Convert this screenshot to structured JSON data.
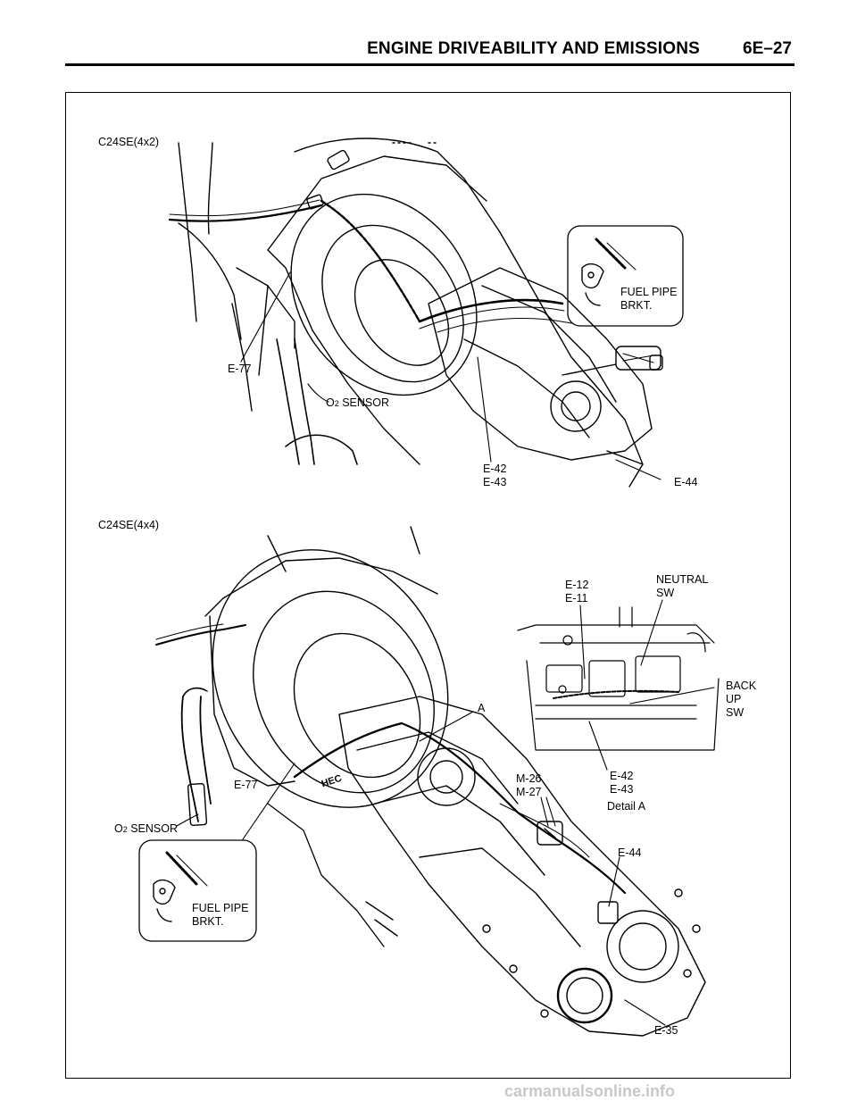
{
  "header": {
    "section_title": "ENGINE DRIVEABILITY AND EMISSIONS",
    "page_number": "6E–27"
  },
  "diagram_top": {
    "variant_label": "C24SE(4x2)",
    "labels": {
      "e77": "E-77",
      "o2_sensor_o": "O",
      "o2_sensor_sub": "2",
      "o2_sensor_text": " SENSOR",
      "e42": "E-42",
      "e43": "E-43",
      "e44": "E-44",
      "fuel_pipe_line1": "FUEL PIPE",
      "fuel_pipe_line2": "BRKT."
    }
  },
  "diagram_bottom": {
    "variant_label": "C24SE(4x4)",
    "labels": {
      "e12": "E-12",
      "e11": "E-11",
      "neutral_line1": "NEUTRAL",
      "neutral_line2": "SW",
      "back_line1": "BACK",
      "back_line2": "UP",
      "back_line3": "SW",
      "a": "A",
      "e77": "E-77",
      "m26": "M-26",
      "m27": "M-27",
      "e42": "E-42",
      "e43": "E-43",
      "detail_a": "Detail A",
      "o2_sensor_o": "O",
      "o2_sensor_sub": "2",
      "o2_sensor_text": " SENSOR",
      "e44": "E-44",
      "fuel_pipe_line1": "FUEL PIPE",
      "fuel_pipe_line2": "BRKT.",
      "e35": "E-35",
      "hec": "HEC"
    }
  },
  "footer": {
    "watermark": "carmanualsonline.info"
  }
}
